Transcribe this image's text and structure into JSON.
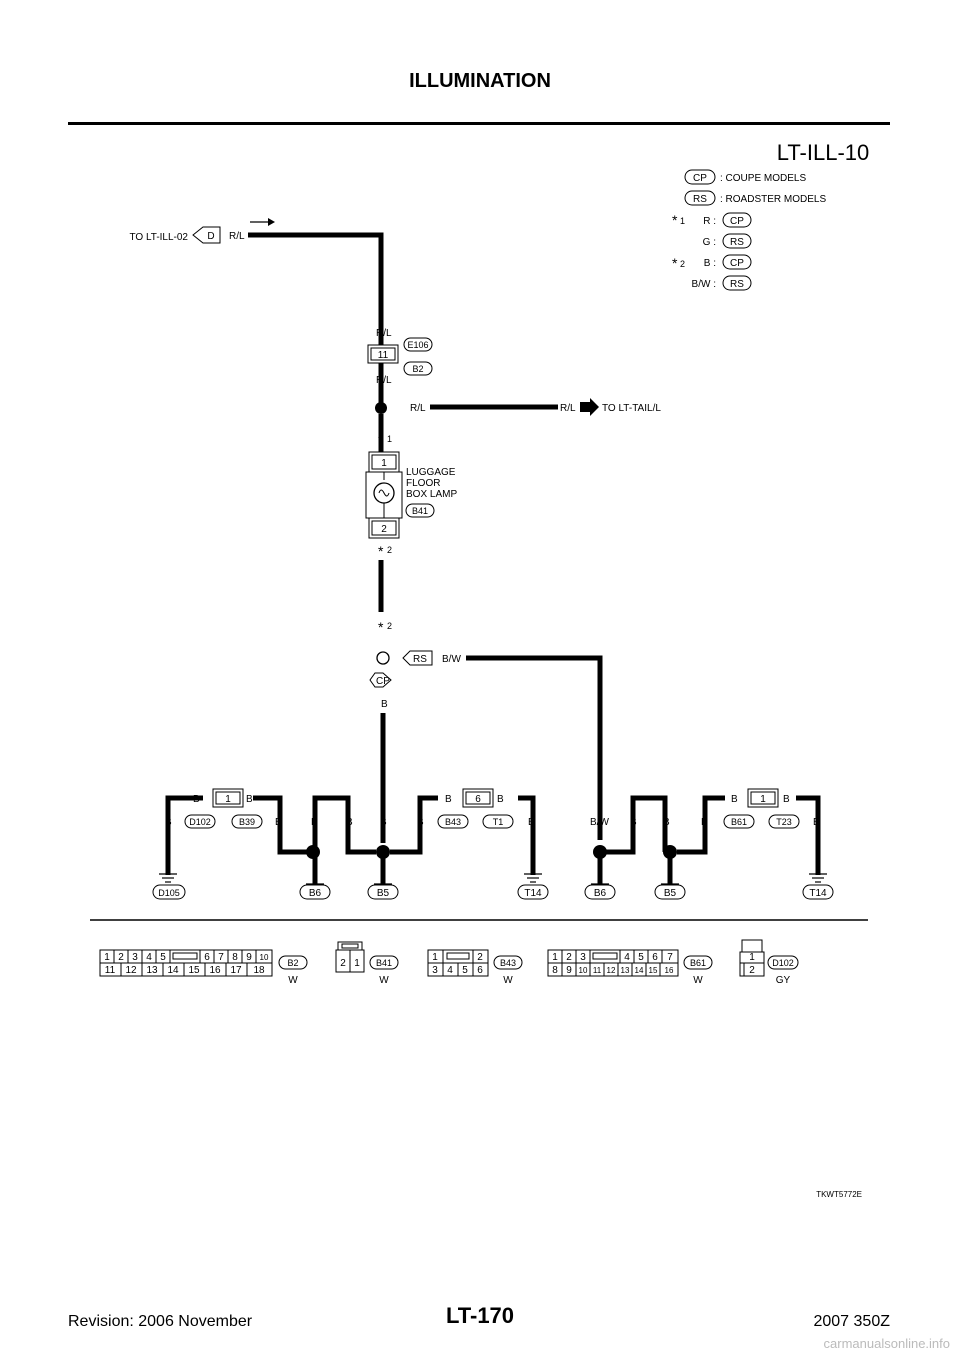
{
  "header": {
    "title": "ILLUMINATION"
  },
  "diagram": {
    "id": "LT-ILL-10",
    "legend": {
      "cp": "CP",
      "cp_desc": ": COUPE MODELS",
      "rs": "RS",
      "rs_desc": ": ROADSTER MODELS",
      "star1": "1",
      "star1_r": "R :",
      "star1_g": "G :",
      "star2": "2",
      "star2_b": "B :",
      "star2_bw": "B/W :"
    },
    "top": {
      "to_ill02": "TO LT-ILL-02",
      "conn_d": "D",
      "wire": "R/L"
    },
    "connector_e106": {
      "pin": "11",
      "tag": "E106",
      "tag2": "B2",
      "wire_top": "R/L",
      "wire_bottom": "R/L"
    },
    "branch": {
      "wire_left": "R/L",
      "wire_right": "R/L",
      "to_tail": "TO LT-TAIL/L"
    },
    "lamp": {
      "star1": "1",
      "pin1": "1",
      "pin2": "2",
      "name1": "LUGGAGE",
      "name2": "FLOOR",
      "name3": "BOX LAMP",
      "tag": "B41",
      "star2": "2"
    },
    "junction2": {
      "star": "2",
      "rs": "RS",
      "wire_bw": "B/W",
      "cp": "CP",
      "wire_b": "B"
    },
    "lower": {
      "c1_pin": "1",
      "c1_tag_left": "D102",
      "c1_tag_right": "B39",
      "c2_pin": "6",
      "c2_tag_left": "B43",
      "c2_tag_right": "T1",
      "c3_pin": "1",
      "c3_tag_left": "B61",
      "c3_tag_right": "T23",
      "w_b": "B",
      "w_bw": "B/W"
    },
    "grounds": [
      "D105",
      "B6",
      "B5",
      "T14",
      "B6",
      "B5",
      "T14"
    ],
    "connector_views": [
      {
        "tag": "B2",
        "color": "W"
      },
      {
        "tag": "B41",
        "color": "W"
      },
      {
        "tag": "B43",
        "color": "W"
      },
      {
        "tag": "B61",
        "color": "W"
      },
      {
        "tag": "D102",
        "color": "GY"
      }
    ],
    "cv_b2_top": [
      "1",
      "2",
      "3",
      "4",
      "5",
      "6",
      "7",
      "8",
      "9",
      "10"
    ],
    "cv_b2_bottom": [
      "11",
      "12",
      "13",
      "14",
      "15",
      "16",
      "17",
      "18"
    ],
    "cv_b41": [
      "2",
      "1"
    ],
    "cv_b43_top": [
      "1",
      "2"
    ],
    "cv_b43_bottom": [
      "3",
      "4",
      "5",
      "6"
    ],
    "cv_b61_top": [
      "1",
      "2",
      "3",
      "4",
      "5",
      "6",
      "7"
    ],
    "cv_b61_bottom": [
      "8",
      "9",
      "10",
      "11",
      "12",
      "13",
      "14",
      "15",
      "16"
    ],
    "cv_d102": [
      "1",
      "2"
    ],
    "code": "TKWT5772E"
  },
  "footer": {
    "revision": "Revision: 2006 November",
    "page": "LT-170",
    "model": "2007 350Z"
  },
  "watermark": "carmanualsonline.info"
}
